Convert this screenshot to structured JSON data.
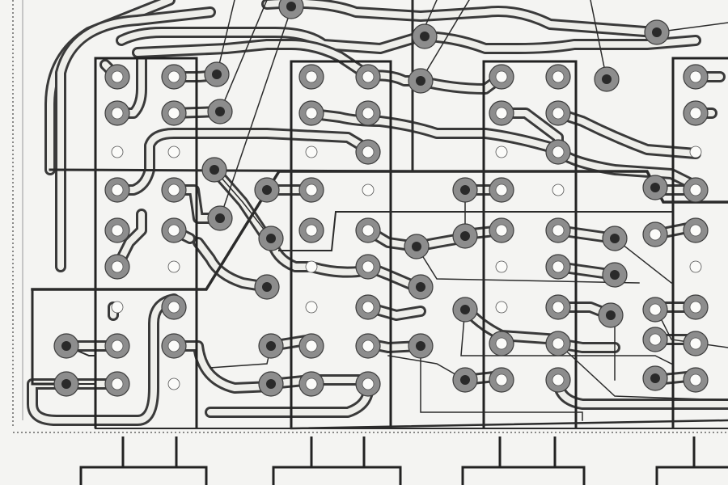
{
  "colors": {
    "paper": "#f4f4f2",
    "copper": "#8d8d8d",
    "ink": "#2b2b2b"
  },
  "board": {
    "description_visible_text": "",
    "modules": [
      {
        "id": "module-1"
      },
      {
        "id": "module-2"
      },
      {
        "id": "module-3"
      },
      {
        "id": "module-4"
      }
    ]
  }
}
